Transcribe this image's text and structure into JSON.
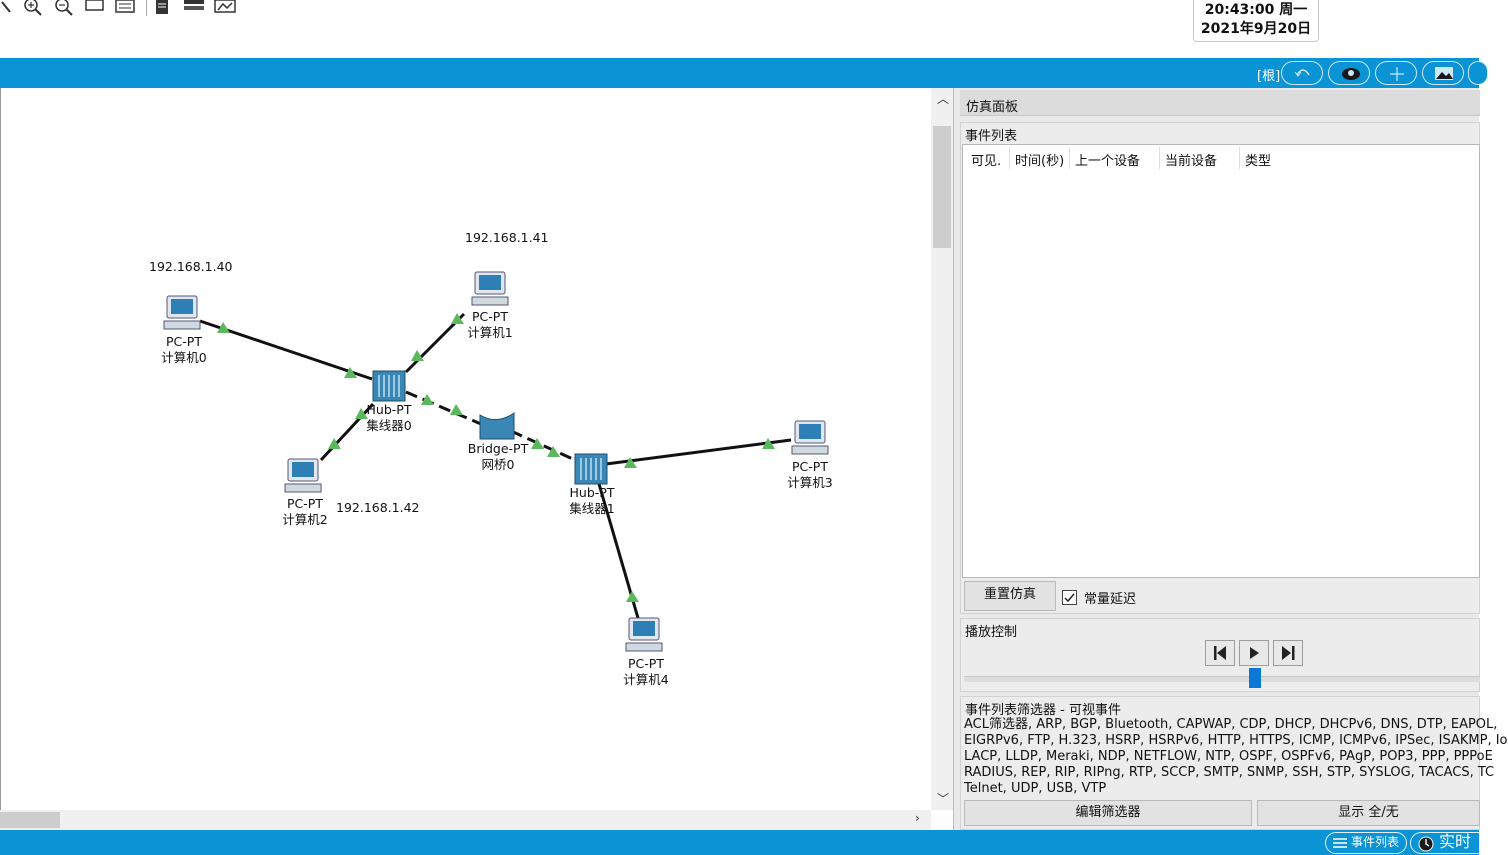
{
  "clock": {
    "time": "20:43:00 周一",
    "date": "2021年9月20日"
  },
  "bluebar": {
    "root_label": "[根]"
  },
  "canvas": {
    "ip_labels": [
      "192.168.1.40",
      "192.168.1.41",
      "192.168.1.42"
    ],
    "devices": [
      {
        "model": "PC-PT",
        "name": "计算机0"
      },
      {
        "model": "PC-PT",
        "name": "计算机1"
      },
      {
        "model": "PC-PT",
        "name": "计算机2"
      },
      {
        "model": "PC-PT",
        "name": "计算机3"
      },
      {
        "model": "PC-PT",
        "name": "计算机4"
      },
      {
        "model": "Hub-PT",
        "name": "集线器0"
      },
      {
        "model": "Hub-PT",
        "name": "集线器1"
      },
      {
        "model": "Bridge-PT",
        "name": "网桥0"
      }
    ]
  },
  "sim_panel": {
    "title": "仿真面板",
    "event_list": {
      "title": "事件列表",
      "columns": [
        "可见.",
        "时间(秒)",
        "上一个设备",
        "当前设备",
        "类型"
      ]
    },
    "reset_button": "重置仿真",
    "constant_delay": {
      "label": "常量延迟",
      "checked": true
    },
    "play_controls": {
      "title": "播放控制"
    },
    "filter": {
      "title": "事件列表筛选器 - 可视事件",
      "lines": [
        "ACL筛选器, ARP, BGP, Bluetooth, CAPWAP, CDP, DHCP, DHCPv6, DNS, DTP, EAPOL, ",
        "EIGRPv6, FTP, H.323, HSRP, HSRPv6, HTTP, HTTPS, ICMP, ICMPv6, IPSec, ISAKMP, Io",
        "LACP, LLDP, Meraki, NDP, NETFLOW, NTP, OSPF, OSPFv6, PAgP, POP3, PPP, PPPoE",
        "RADIUS, REP, RIP, RIPng, RTP, SCCP, SMTP, SNMP, SSH, STP, SYSLOG, TACACS, TC",
        "Telnet, UDP, USB, VTP"
      ],
      "edit_button": "编辑筛选器",
      "show_button": "显示 全/无"
    }
  },
  "statusbar": {
    "event_list_button": "事件列表",
    "realtime_button": "实时"
  },
  "colors": {
    "accent": "#0a93d5",
    "link_triangle": "#5cb85c",
    "device_blue": "#3a86b4"
  }
}
